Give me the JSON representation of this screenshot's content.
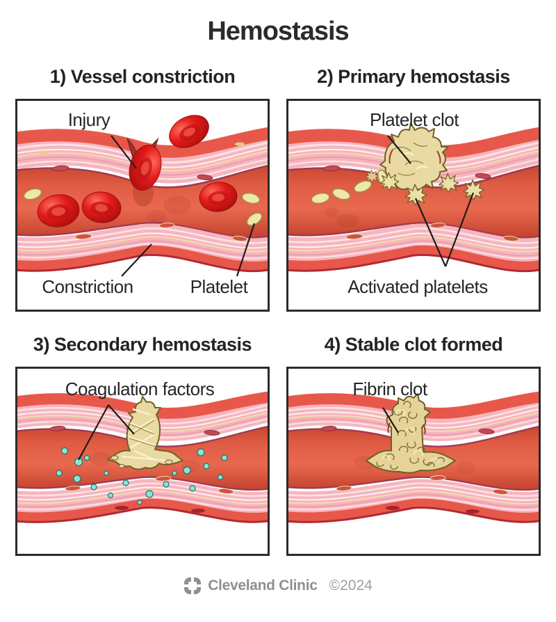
{
  "title": "Hemostasis",
  "panels": [
    {
      "heading": "1) Vessel constriction",
      "labels": {
        "injury": "Injury",
        "constriction": "Constriction",
        "platelet": "Platelet"
      }
    },
    {
      "heading": "2) Primary hemostasis",
      "labels": {
        "platelet_clot": "Platelet clot",
        "activated_platelets": "Activated platelets"
      }
    },
    {
      "heading": "3) Secondary hemostasis",
      "labels": {
        "coagulation_factors": "Coagulation factors"
      }
    },
    {
      "heading": "4) Stable clot formed",
      "labels": {
        "fibrin_clot": "Fibrin clot"
      }
    }
  ],
  "footer": {
    "brand": "Cleveland Clinic",
    "copyright": "©2024"
  },
  "colors": {
    "vessel_red": "#e8584a",
    "wall_pink": "#f6b6be",
    "wall_inner_line": "#a23a50",
    "lumen_red": "#e05c44",
    "rbc_red": "#e31b1b",
    "platelet_cream": "#f1e5ae",
    "clot_tan": "#e9d9a2",
    "clot_outline": "#6f6127",
    "coagulation_cyan": "#82e9da",
    "label_text": "#262626",
    "footer_gray": "#8d9093"
  }
}
